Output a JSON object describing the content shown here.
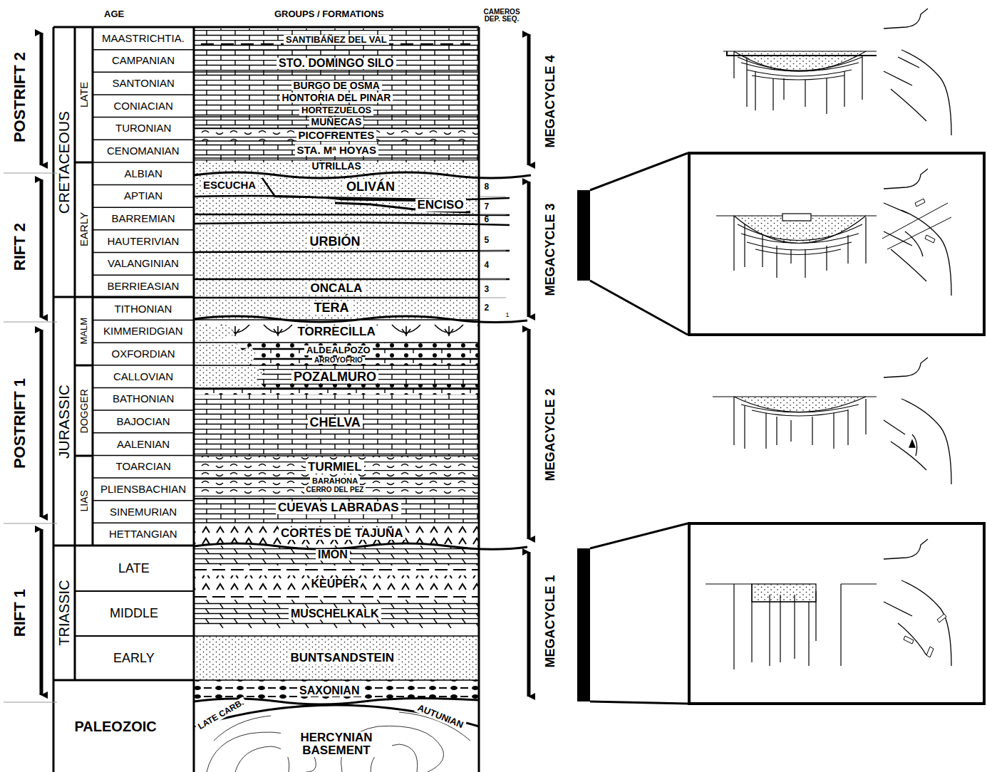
{
  "diagram": {
    "labels": [
      "AGE",
      "GROUPS / FORMATIONS",
      "CAMEROS DEP. SEQ.",
      "POSTRIFT 2",
      "RIFT 2",
      "POSTRIFT 1",
      "RIFT 1",
      "CRETACEOUS",
      "JURASSIC",
      "TRIASSIC",
      "PALEOZOIC",
      "LATE",
      "EARLY",
      "MALM",
      "DOGGER",
      "LIAS",
      "MAASTRICHTIA.",
      "CAMPANIAN",
      "SANTONIAN",
      "CONIACIAN",
      "TURONIAN",
      "CENOMANIAN",
      "ALBIAN",
      "APTIAN",
      "BARREMIAN",
      "HAUTERIVIAN",
      "VALANGINIAN",
      "BERRIEASIAN",
      "TITHONIAN",
      "KIMMERIDGIAN",
      "OXFORDIAN",
      "CALLOVIAN",
      "BATHONIAN",
      "BAJOCIAN",
      "AALENIAN",
      "TOARCIAN",
      "PLIENSBACHIAN",
      "SINEMURIAN",
      "HETTANGIAN",
      "LATE",
      "MIDDLE",
      "EARLY",
      "SANTIBÁÑEZ DEL VAL",
      "STO. DOMINGO SILO",
      "BURGO DE OSMA",
      "HONTORIA DEL PINAR",
      "HORTEZUELOS",
      "MUÑECAS",
      "PICOFRENTES",
      "STA. Mª HOYAS",
      "UTRILLAS",
      "ESCUCHA",
      "OLIVÁN",
      "ENCISO",
      "URBIÓN",
      "ONCALA",
      "TERA",
      "TORRECILLA",
      "ALDEALPOZO",
      "ARROYOFRIO",
      "POZALMURO",
      "CHELVA",
      "TURMIEL",
      "BARAHONA",
      "CERRO DEL PEZ",
      "CUEVAS LABRADAS",
      "CORTES DE TAJUÑA",
      "IMON",
      "KEUPER",
      "MUSCHELKALK",
      "BUNTSANDSTEIN",
      "SAXONIAN",
      "LATE CARB.",
      "AUTUNIAN",
      "HERCYNIAN BASEMENT",
      "8",
      "7",
      "6",
      "5",
      "4",
      "3",
      "2",
      "1",
      "MEGACYCLE 4",
      "MEGACYCLE 3",
      "MEGACYCLE 2",
      "MEGACYCLE 1"
    ]
  }
}
